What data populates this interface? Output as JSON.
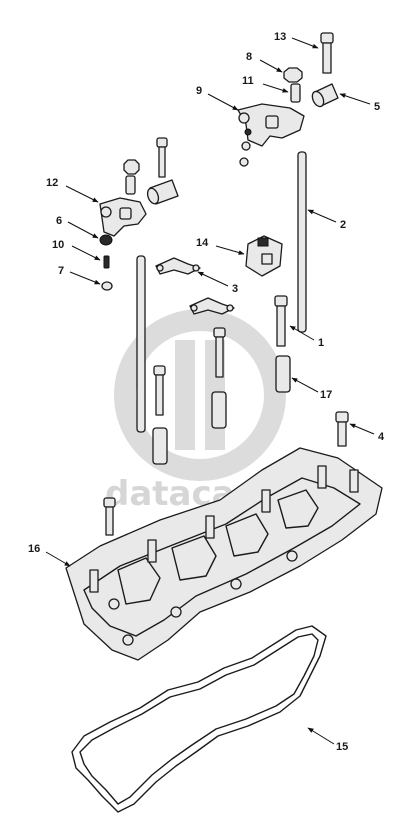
{
  "diagram": {
    "watermark": {
      "text": "datacar"
    },
    "callouts": [
      {
        "id": "c1",
        "label": "1"
      },
      {
        "id": "c2",
        "label": "2"
      },
      {
        "id": "c3",
        "label": "3"
      },
      {
        "id": "c4",
        "label": "4"
      },
      {
        "id": "c5",
        "label": "5"
      },
      {
        "id": "c6",
        "label": "6"
      },
      {
        "id": "c7",
        "label": "7"
      },
      {
        "id": "c8",
        "label": "8"
      },
      {
        "id": "c9",
        "label": "9"
      },
      {
        "id": "c10",
        "label": "10"
      },
      {
        "id": "c11",
        "label": "11"
      },
      {
        "id": "c12",
        "label": "12"
      },
      {
        "id": "c13",
        "label": "13"
      },
      {
        "id": "c14",
        "label": "14"
      },
      {
        "id": "c15",
        "label": "15"
      },
      {
        "id": "c16",
        "label": "16"
      },
      {
        "id": "c17",
        "label": "17"
      }
    ],
    "colors": {
      "ink": "#1b1b1b",
      "watermark": "#d6d6d6",
      "background": "#ffffff"
    }
  }
}
